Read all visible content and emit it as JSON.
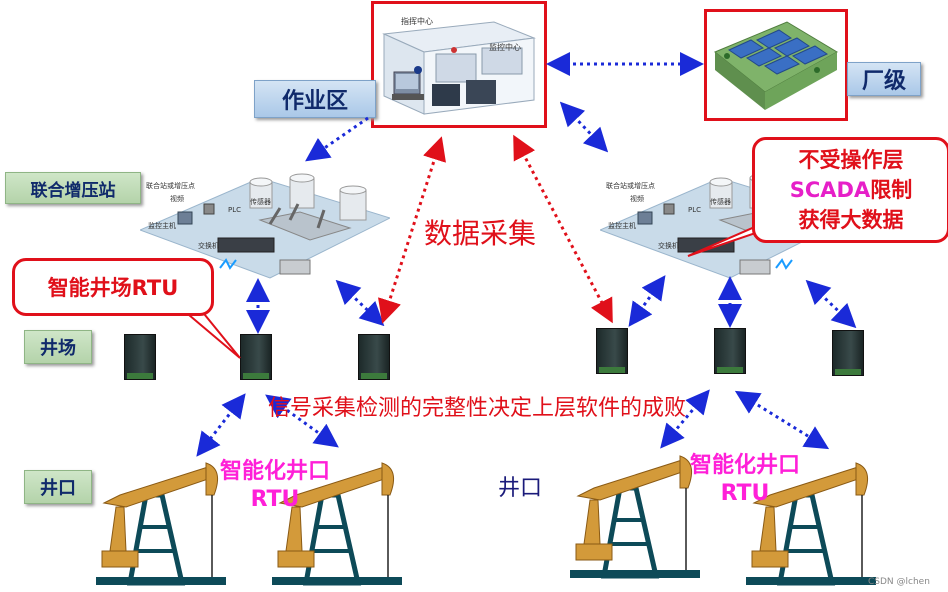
{
  "labels": {
    "work_area": "作业区",
    "plant_level": "厂级",
    "compressor_station": "联合增压站",
    "well_field": "井场",
    "wellhead_left": "井口",
    "wellhead_right": "井口"
  },
  "center": {
    "data_collection": "数据采集",
    "signal_integrity": "信号采集检测的完整性决定上层软件的成败"
  },
  "callouts": {
    "rtu_field": "智能井场RTU",
    "scada_line1": "不受操作层",
    "scada_line2_a": "SCADA",
    "scada_line2_b": "限制",
    "scada_line3": "获得大数据"
  },
  "rtu_wellhead": {
    "left_line1": "智能化井口",
    "left_line2": "RTU",
    "right_line1": "智能化井口",
    "right_line2": "RTU"
  },
  "control_room": {
    "command_center": "指挥中心",
    "monitor_center": "监控中心"
  },
  "station_left": {
    "title": "联合站或增压点",
    "video": "视频",
    "plc": "PLC",
    "sensor": "传感器",
    "host": "监控主机",
    "switch": "交换机"
  },
  "station_right": {
    "title": "联合站或增压点",
    "video": "视频",
    "plc": "PLC",
    "sensor": "传感器",
    "host": "监控主机",
    "switch": "交换机"
  },
  "watermark": "CSDN @lchen",
  "colors": {
    "red": "#e0101a",
    "magenta": "#ff1fd8",
    "blue_arrow": "#1a2ad8",
    "navy_text": "#102a6b"
  }
}
